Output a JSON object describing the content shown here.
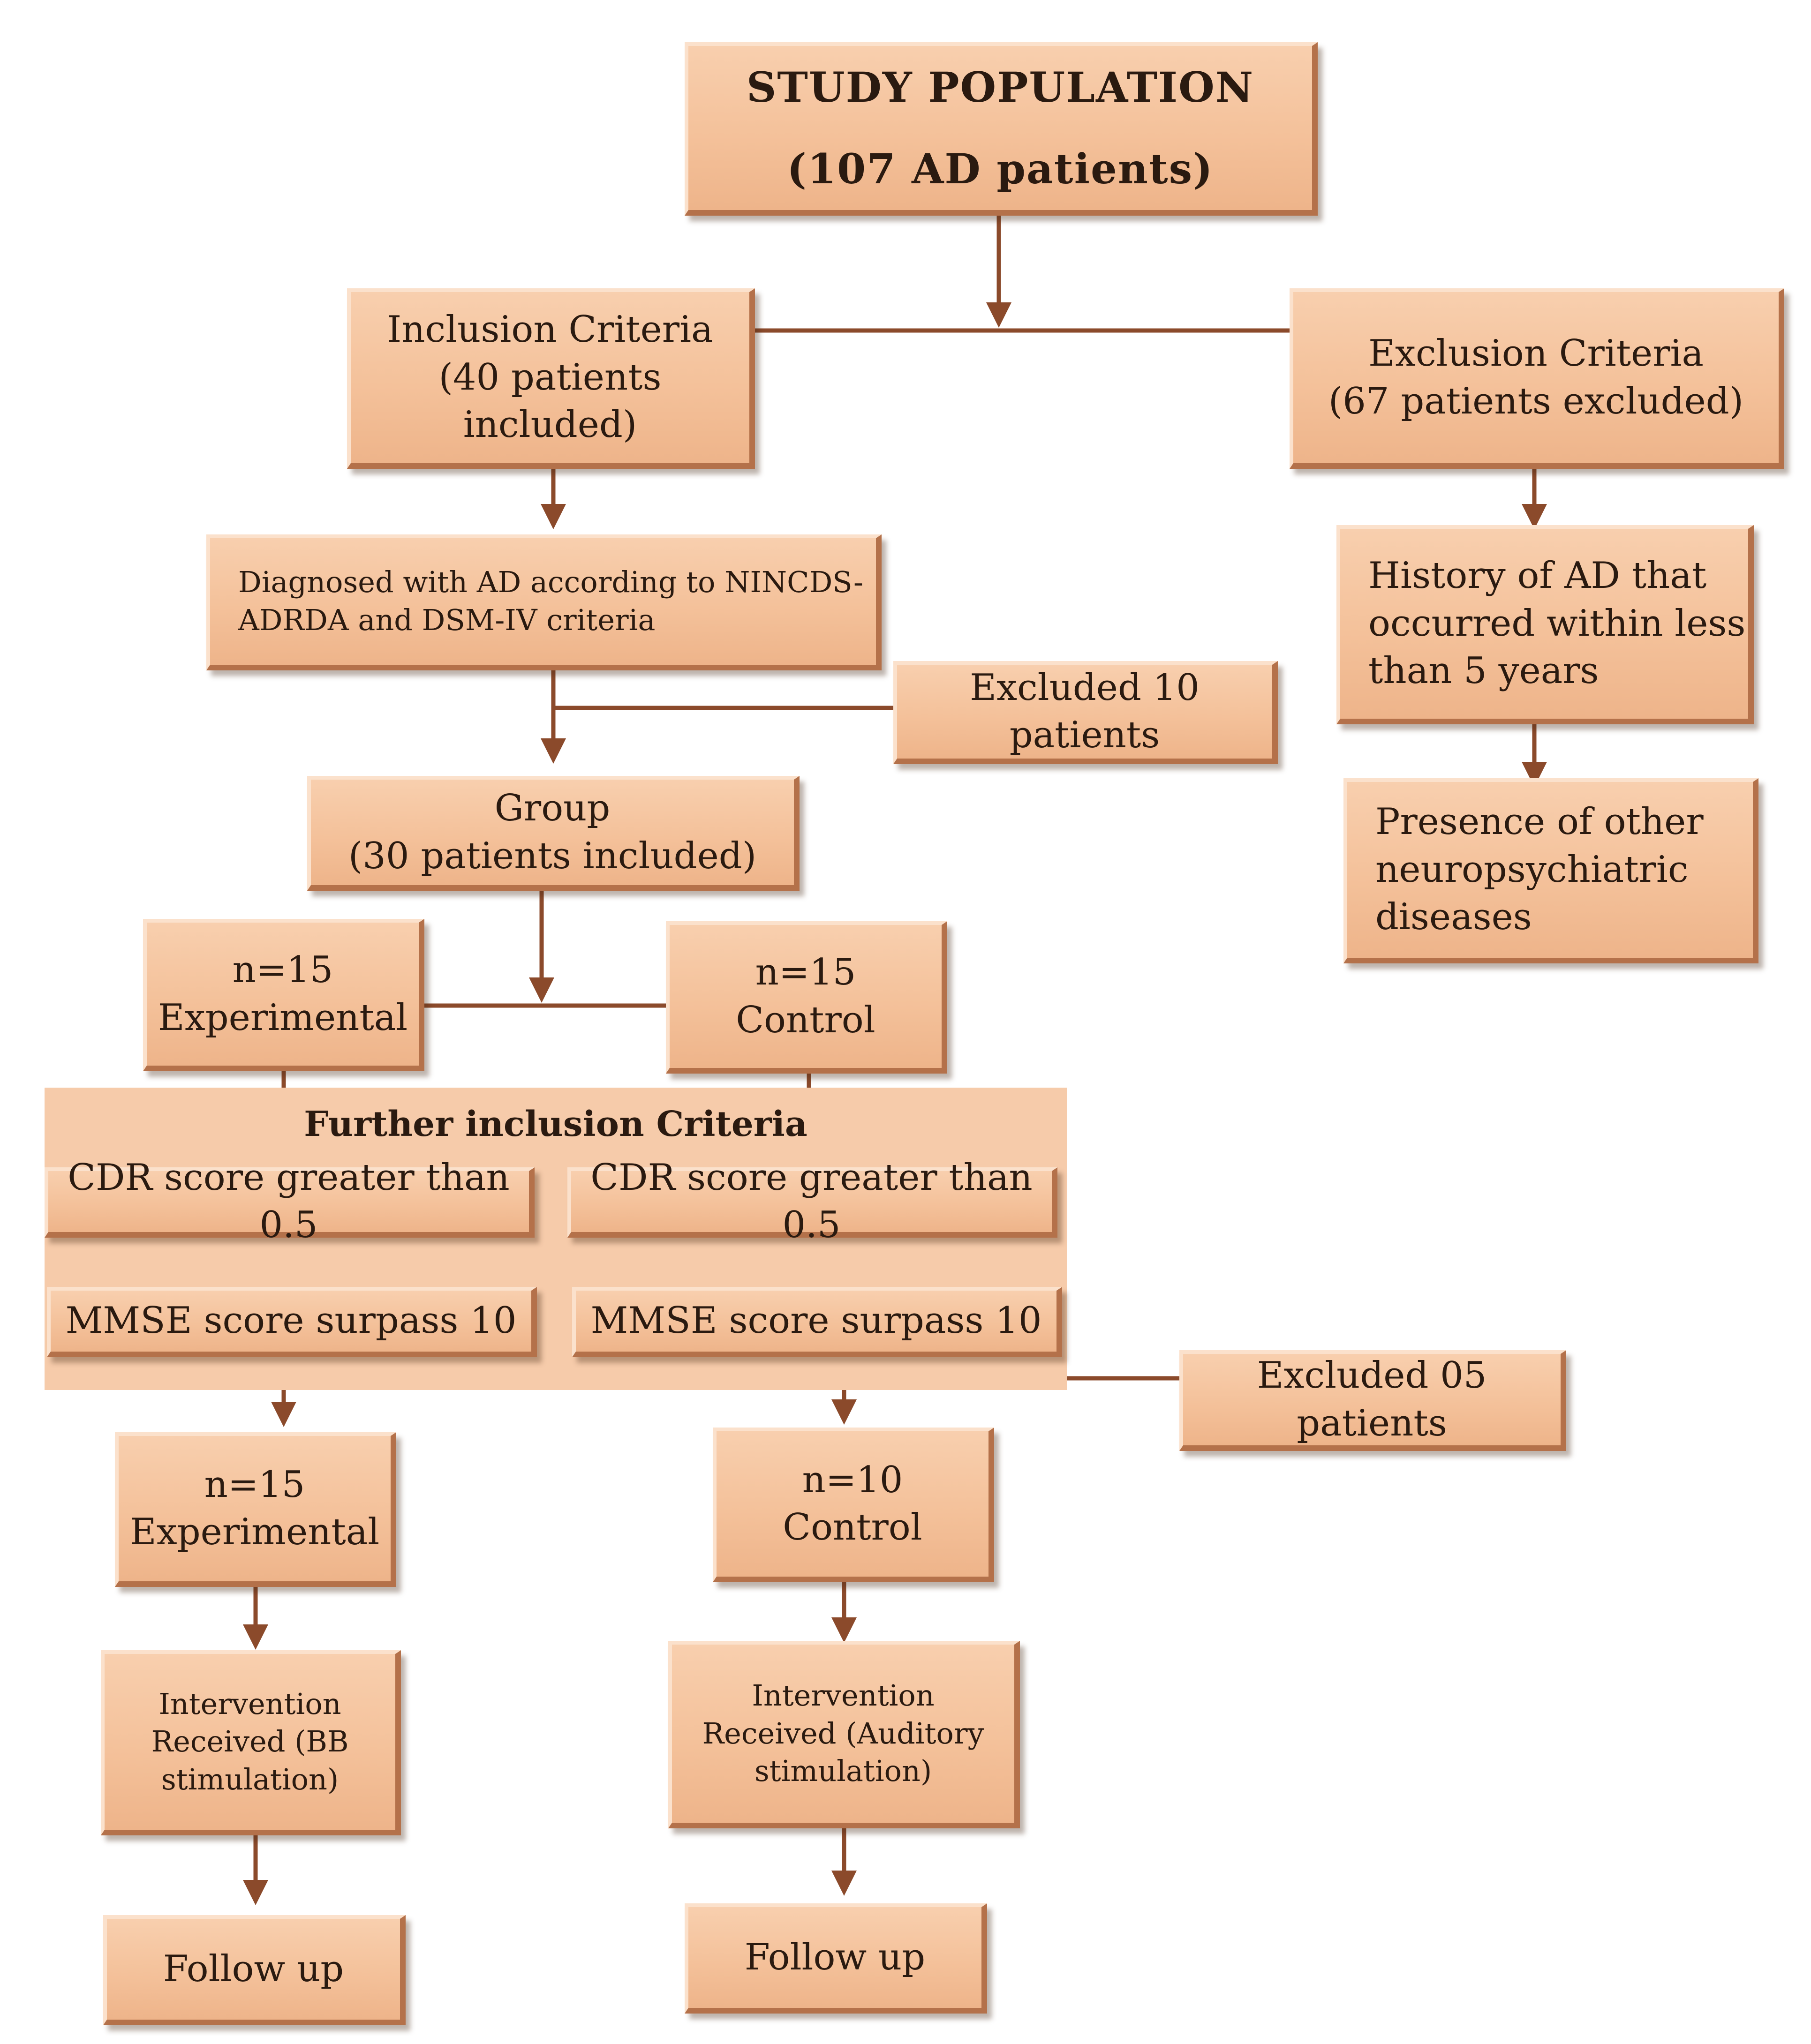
{
  "flowchart": {
    "study_population": {
      "title": "STUDY POPULATION",
      "count": "(107 AD patients)"
    },
    "inclusion": {
      "title": "Inclusion Criteria",
      "count": "(40 patients included)"
    },
    "exclusion": {
      "title": "Exclusion Criteria",
      "count": "(67 patients excluded)"
    },
    "diagnosed": {
      "line1": "Diagnosed with AD according to NINCDS-",
      "line2": "ADRDA and DSM-IV criteria"
    },
    "history": {
      "line1": "History of AD that",
      "line2": "occurred within less",
      "line3": "than 5 years"
    },
    "presence": {
      "line1": "Presence of other",
      "line2": "neuropsychiatric",
      "line3": "diseases"
    },
    "excluded_first": "Excluded 10 patients",
    "group": {
      "title": "Group",
      "count": "(30 patients included)"
    },
    "experimental_initial": {
      "n": "n=15",
      "label": "Experimental"
    },
    "control_initial": {
      "n": "n=15",
      "label": "Control"
    },
    "further_inclusion": {
      "title": "Further inclusion Criteria",
      "cdr_left": "CDR score greater than 0.5",
      "cdr_right": "CDR score greater than 0.5",
      "mmse_left": "MMSE score surpass 10",
      "mmse_right": "MMSE score surpass 10"
    },
    "excluded_second": "Excluded 05 patients",
    "experimental_final": {
      "n": "n=15",
      "label": "Experimental"
    },
    "control_final": {
      "n": "n=10",
      "label": "Control"
    },
    "intervention_left": {
      "line1": "Intervention",
      "line2": "Received (BB",
      "line3": "stimulation)"
    },
    "intervention_right": {
      "line1": "Intervention",
      "line2": "Received (Auditory",
      "line3": "stimulation)"
    },
    "follow_up_left": "Follow up",
    "follow_up_right": "Follow up"
  },
  "colors": {
    "box_fill": "#f4c19a",
    "box_highlight": "#fbe1cc",
    "box_shade": "#b4714a",
    "band": "#f6cbaa",
    "connector": "#8b4a2b",
    "text": "#2a1a10"
  }
}
